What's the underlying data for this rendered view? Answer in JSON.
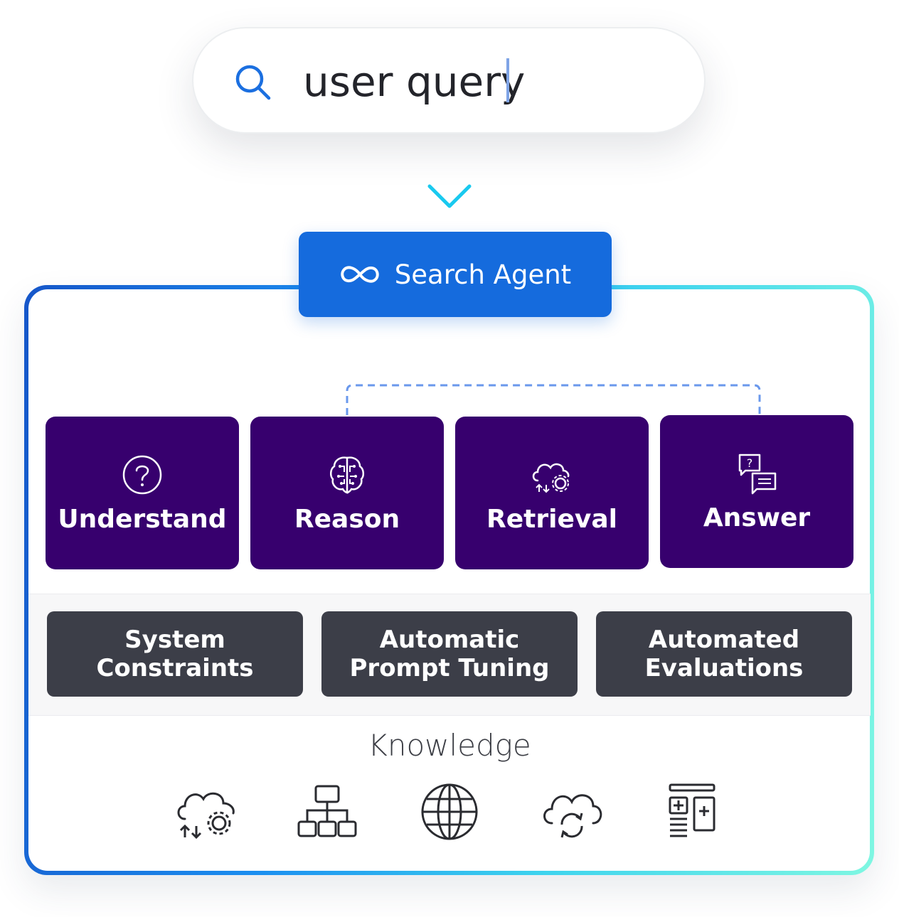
{
  "search": {
    "query": "user query",
    "icon": "search-icon"
  },
  "agent": {
    "label": "Search Agent",
    "icon": "infinity-icon"
  },
  "stages": [
    {
      "label": "Understand",
      "icon": "question-circle-icon"
    },
    {
      "label": "Reason",
      "icon": "brain-circuit-icon"
    },
    {
      "label": "Retrieval",
      "icon": "cloud-gear-icon"
    },
    {
      "label": "Answer",
      "icon": "chat-bubbles-icon"
    }
  ],
  "tools": [
    {
      "line1": "System",
      "line2": "Constraints"
    },
    {
      "line1": "Automatic",
      "line2": "Prompt Tuning"
    },
    {
      "line1": "Automated",
      "line2": "Evaluations"
    }
  ],
  "knowledge": {
    "title": "Knowledge",
    "icons": [
      "cloud-gear-icon",
      "hierarchy-icon",
      "globe-icon",
      "cloud-sync-icon",
      "document-add-icon"
    ]
  },
  "colors": {
    "agent": "#156bdd",
    "stage": "#37006e",
    "tool": "#3c3e48",
    "frame_start": "#1656c9",
    "frame_end": "#7ff7e2"
  }
}
